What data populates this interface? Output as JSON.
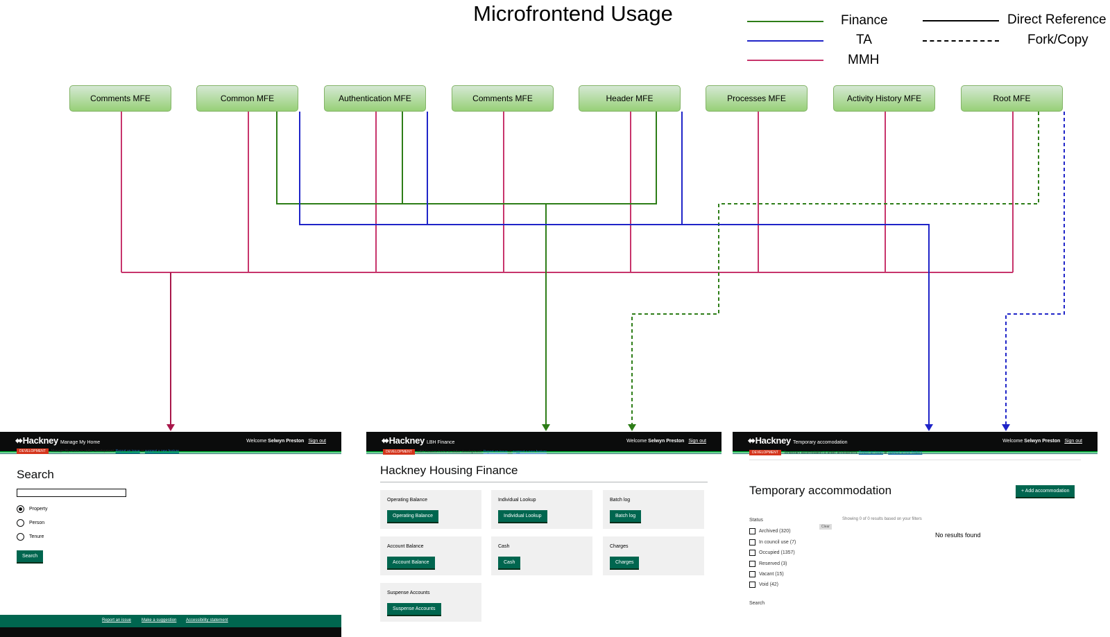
{
  "title": "Microfrontend Usage",
  "legend": {
    "items": [
      {
        "label": "Finance",
        "color": "#2d7d17",
        "style": "solid"
      },
      {
        "label": "TA",
        "color": "#1f24c8",
        "style": "solid"
      },
      {
        "label": "MMH",
        "color": "#c7346b",
        "style": "solid"
      },
      {
        "label": "Direct Reference",
        "color": "#000000",
        "style": "solid"
      },
      {
        "label": "Fork/Copy",
        "color": "#000000",
        "style": "dashed"
      }
    ]
  },
  "mfes": [
    "Comments MFE",
    "Common MFE",
    "Authentication MFE",
    "Comments MFE",
    "Header MFE",
    "Processes MFE",
    "Activity History MFE",
    "Root MFE"
  ],
  "apps": {
    "mmh": {
      "logo": "Hackney",
      "service": "Manage My Home",
      "welcome": "Welcome",
      "user": "Selwyn Preston",
      "signout": "Sign out",
      "tag": "DEVELOPMENT",
      "banner_text": "Manage My Home is under development.",
      "report": "Report an issue",
      "or": "or",
      "suggest": "suggest a new feature",
      "heading": "Search",
      "options": [
        "Property",
        "Person",
        "Tenure"
      ],
      "search_button": "Search",
      "footer_links": [
        "Report an issue",
        "Make a suggestion",
        "Accessibility statement"
      ]
    },
    "finance": {
      "logo": "Hackney",
      "service": "LBH Finance",
      "welcome": "Welcome",
      "user": "Selwyn Preston",
      "signout": "Sign out",
      "tag": "DEVELOPMENT",
      "banner_text": "LBH Finance home is under development.",
      "report": "Report an issue",
      "or": "or",
      "suggest": "suggest a new feature",
      "heading": "Hackney Housing Finance",
      "cards": [
        {
          "title": "Operating Balance",
          "button": "Operating Balance"
        },
        {
          "title": "Individual Lookup",
          "button": "Individual Lookup"
        },
        {
          "title": "Batch log",
          "button": "Batch log"
        },
        {
          "title": "Account Balance",
          "button": "Account Balance"
        },
        {
          "title": "Cash",
          "button": "Cash"
        },
        {
          "title": "Charges",
          "button": "Charges"
        },
        {
          "title": "Suspense Accounts",
          "button": "Suspense Accounts"
        }
      ]
    },
    "ta": {
      "logo": "Hackney",
      "service": "Temporary accomodation",
      "welcome": "Welcome",
      "user": "Selwyn Preston",
      "signout": "Sign out",
      "tag": "DEVELOPMENT",
      "banner_text": "Temporary accomodation is under development.",
      "report": "Report an issue",
      "or": "or",
      "suggest": "suggest a new feature",
      "heading": "Temporary accommodation",
      "add_button": "+ Add accommodation",
      "status_label": "Status",
      "filters": [
        "Archived (320)",
        "In council use (7)",
        "Occupied (1357)",
        "Reserved (3)",
        "Vacant (15)",
        "Void (42)"
      ],
      "clear": "Clear",
      "results_text": "Showing 0 of 0 results based on your filters",
      "no_results": "No results found",
      "search_label": "Search"
    }
  }
}
